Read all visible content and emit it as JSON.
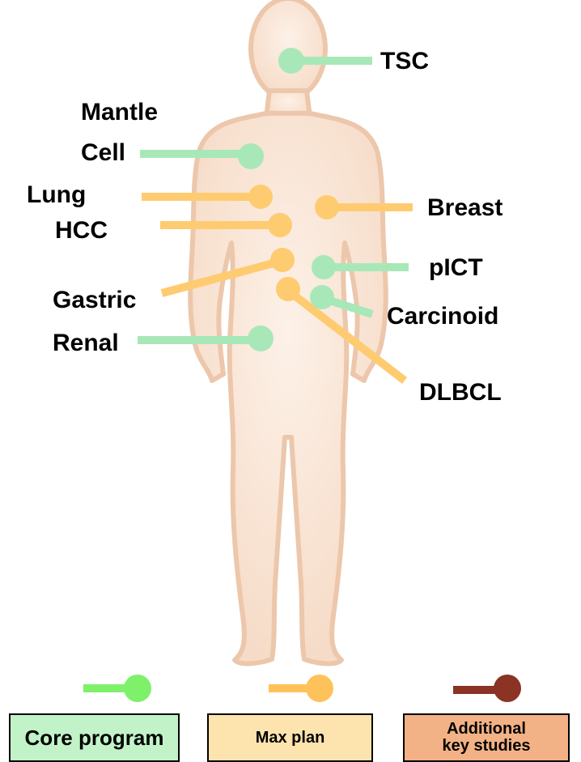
{
  "colors": {
    "core": "#a8e8b8",
    "max": "#ffcb70",
    "additional": "#8b3324",
    "legend_core_marker": "#7ff06a",
    "legend_max_marker": "#ffc25a",
    "body_fill": "#fbe9dc",
    "body_edge": "#e9c2a6"
  },
  "labels": {
    "tsc": "TSC",
    "mantle": "Mantle",
    "cell": "Cell",
    "lung": "Lung",
    "hcc": "HCC",
    "gastric": "Gastric",
    "renal": "Renal",
    "breast": "Breast",
    "pict": "pICT",
    "carcinoid": "Carcinoid",
    "dlbcl": "DLBCL"
  },
  "legend": {
    "core_label": "Core program",
    "max_label": "Max plan",
    "additional_label_line1": "Additional",
    "additional_label_line2": "key studies"
  }
}
